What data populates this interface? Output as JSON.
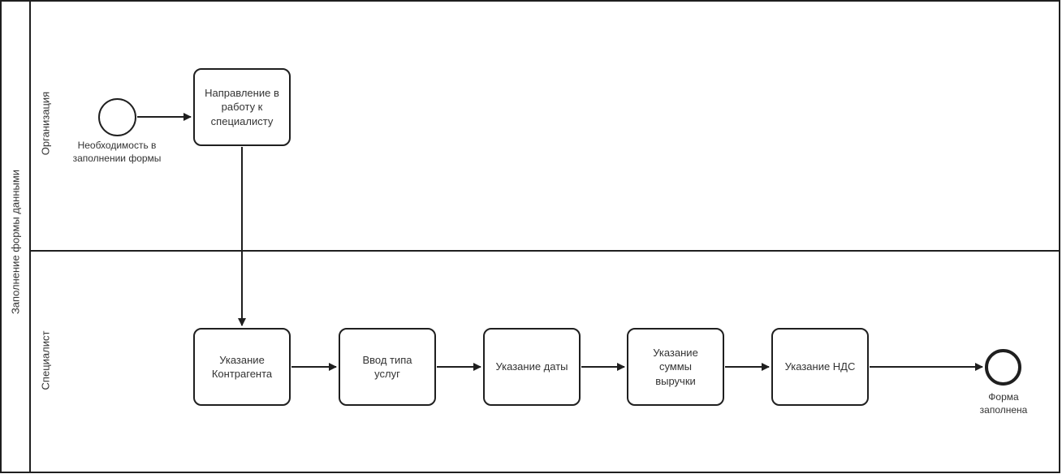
{
  "diagram": {
    "type": "bpmn-process",
    "colors": {
      "stroke": "#1f1f1f",
      "shape_fill": "#ffffff",
      "text": "#333333",
      "background": "#ffffff"
    },
    "pool": {
      "label": "Заполнение формы данными"
    },
    "lanes": [
      {
        "id": "lane-organization",
        "label": "Организация"
      },
      {
        "id": "lane-specialist",
        "label": "Специалист"
      }
    ],
    "nodes": {
      "start_event": {
        "type": "start-event",
        "lane": "Организация",
        "label": "Необходимость в заполнении формы"
      },
      "task_route_to_specialist": {
        "type": "task",
        "lane": "Организация",
        "label": "Направление в работу к специалисту"
      },
      "task_specify_counterparty": {
        "type": "task",
        "lane": "Специалист",
        "label": "Указание Контрагента"
      },
      "task_enter_service_type": {
        "type": "task",
        "lane": "Специалист",
        "label": "Ввод типа услуг"
      },
      "task_specify_date": {
        "type": "task",
        "lane": "Специалист",
        "label": "Указание даты"
      },
      "task_specify_revenue": {
        "type": "task",
        "lane": "Специалист",
        "label": "Указание суммы выручки"
      },
      "task_specify_vat": {
        "type": "task",
        "lane": "Специалист",
        "label": "Указание НДС"
      },
      "end_event": {
        "type": "end-event",
        "lane": "Специалист",
        "label": "Форма заполнена"
      }
    },
    "flows": [
      {
        "from": "start_event",
        "to": "task_route_to_specialist"
      },
      {
        "from": "task_route_to_specialist",
        "to": "task_specify_counterparty"
      },
      {
        "from": "task_specify_counterparty",
        "to": "task_enter_service_type"
      },
      {
        "from": "task_enter_service_type",
        "to": "task_specify_date"
      },
      {
        "from": "task_specify_date",
        "to": "task_specify_revenue"
      },
      {
        "from": "task_specify_revenue",
        "to": "task_specify_vat"
      },
      {
        "from": "task_specify_vat",
        "to": "end_event"
      }
    ]
  }
}
